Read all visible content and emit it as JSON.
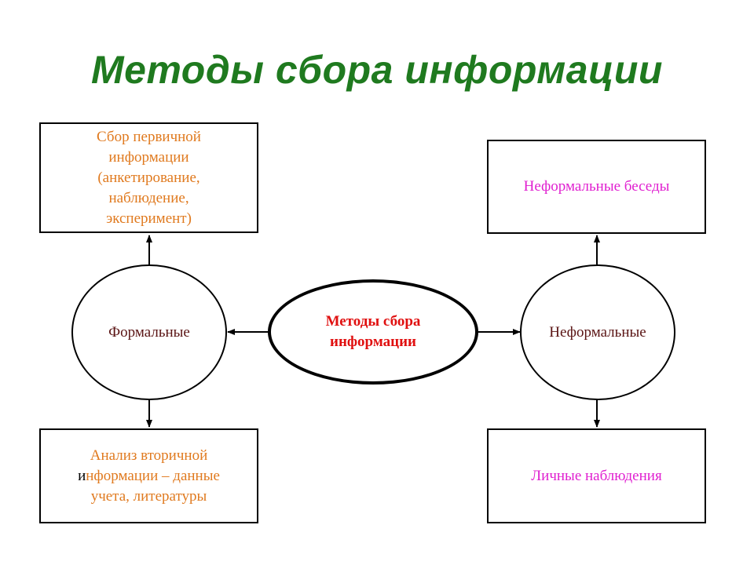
{
  "title": "Методы сбора информации",
  "center": {
    "line1": "Методы сбора",
    "line2": "информации"
  },
  "formal": {
    "label": "Формальные"
  },
  "informal": {
    "label": "Неформальные"
  },
  "boxes": {
    "primary": {
      "lines": [
        "Сбор первичной",
        "информации",
        "(анкетирование,",
        "наблюдение,",
        "эксперимент)"
      ]
    },
    "secondary": {
      "line1_prefix": "и",
      "line1_rest": "нформации – данные",
      "line0": "Анализ вторичной",
      "line2": "учета, литературы"
    },
    "talks": {
      "label": "Неформальные беседы"
    },
    "observations": {
      "label": "Личные наблюдения"
    }
  },
  "colors": {
    "title": "#1f7a1f",
    "formal_boxes": "#e07a1f",
    "informal_boxes": "#e020d0",
    "ellipse_text": "#5a1414",
    "center_text": "#e01010"
  }
}
